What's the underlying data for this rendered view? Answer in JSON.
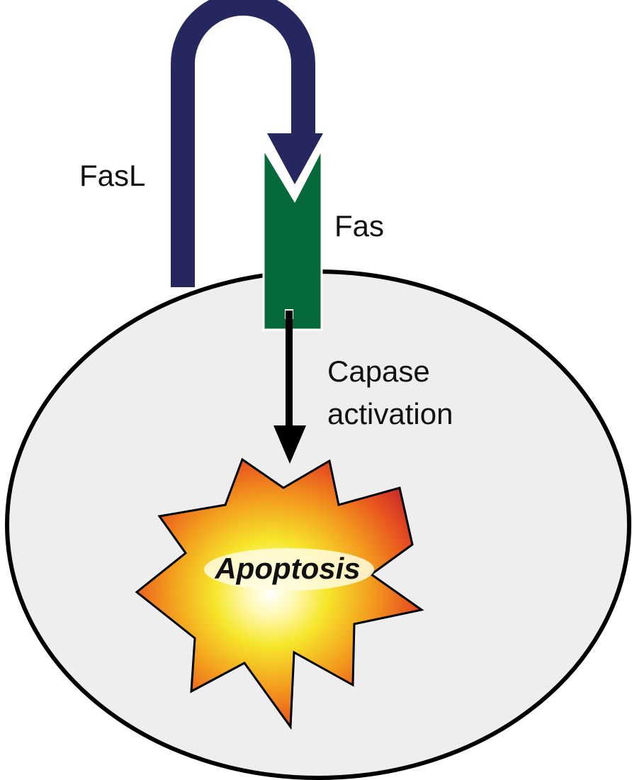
{
  "labels": {
    "ligand": "FasL",
    "receptor": "Fas",
    "signal_line1": "Capase",
    "signal_line2": "activation",
    "outcome": "Apoptosis"
  },
  "colors": {
    "ligand": "#26275f",
    "receptor": "#05693a",
    "cell_fill": "#eeeeee",
    "cell_outline": "#000000",
    "arrow": "#000000",
    "burst_outer": "#c0282a",
    "burst_mid": "#f07d1d",
    "burst_inner": "#f5e82c",
    "burst_core": "#ffffff"
  }
}
